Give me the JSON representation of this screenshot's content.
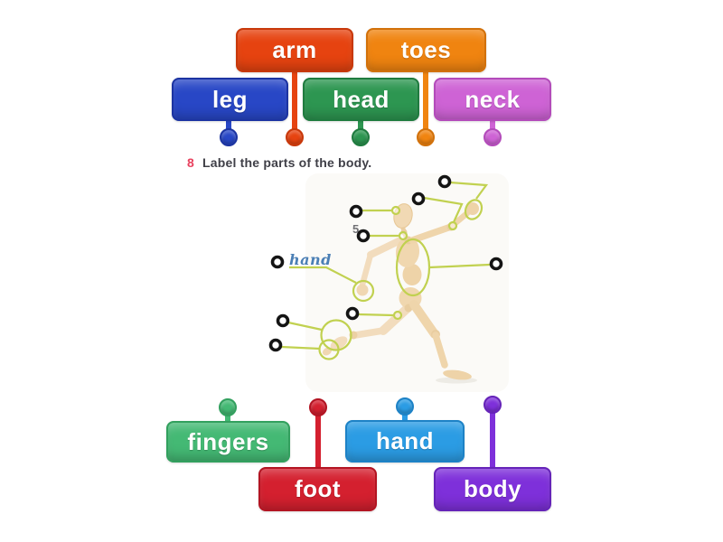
{
  "instruction": {
    "number": "8",
    "text": "Label the parts of the body."
  },
  "diagram": {
    "sample_label": "hand",
    "sample_label_color": "#4b7fb5",
    "faint_number": "5",
    "annotation_color": "#c1d150",
    "target_outline_color": "#141414",
    "mannequin_color": "#f0d7af",
    "target_names": [
      "fingers",
      "arm",
      "head",
      "neck",
      "hand",
      "body",
      "leg",
      "foot",
      "toes"
    ]
  },
  "labels": [
    {
      "text": "arm",
      "color": "#e64310",
      "border": "#c8380a"
    },
    {
      "text": "toes",
      "color": "#f08410",
      "border": "#d2710a"
    },
    {
      "text": "leg",
      "color": "#2847c6",
      "border": "#1c34a2"
    },
    {
      "text": "head",
      "color": "#2d9651",
      "border": "#1f7b3f"
    },
    {
      "text": "neck",
      "color": "#ce63d5",
      "border": "#b34bba"
    },
    {
      "text": "fingers",
      "color": "#44b974",
      "border": "#32a05e"
    },
    {
      "text": "foot",
      "color": "#d4202f",
      "border": "#b31422"
    },
    {
      "text": "hand",
      "color": "#2b9ce4",
      "border": "#1d82c6"
    },
    {
      "text": "body",
      "color": "#7e30da",
      "border": "#6523b8"
    }
  ]
}
